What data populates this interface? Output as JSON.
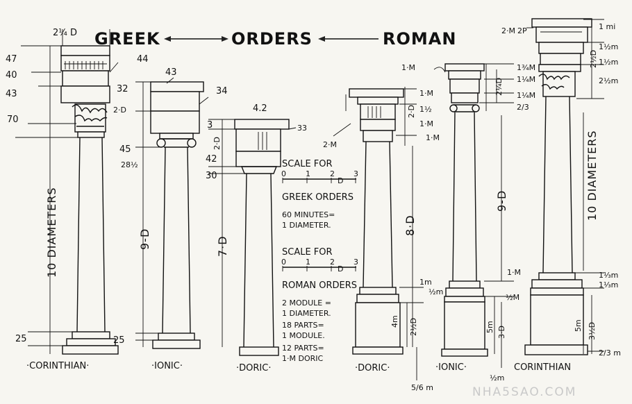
{
  "title": {
    "greek": "GREEK",
    "orders": "ORDERS",
    "roman": "ROMAN"
  },
  "greek": {
    "corinthian": {
      "name": "·CORINTHIAN·",
      "height": "10 DIAMETERS",
      "top": "2¼ D",
      "dims": [
        "47",
        "40",
        "43",
        "44",
        "70",
        "25"
      ]
    },
    "ionic": {
      "name": "·IONIC·",
      "height": "9-D",
      "dims": [
        "43",
        "32",
        "34",
        "2·D",
        "45",
        "28½",
        "25"
      ]
    },
    "doric": {
      "name": "·DORIC·",
      "height": "7·D",
      "dims": [
        "4.2",
        "3",
        "2·D",
        "33",
        "42",
        "30"
      ]
    }
  },
  "scales": {
    "greek": {
      "title": "SCALE FOR",
      "ticks": [
        "0",
        "1",
        "2",
        "D",
        "3"
      ],
      "orders": "GREEK ORDERS",
      "note1": "60 MINUTES=",
      "note2": "1 DIAMETER."
    },
    "roman": {
      "title": "SCALE FOR",
      "ticks": [
        "0",
        "1",
        "2",
        "D",
        "3"
      ],
      "orders": "ROMAN ORDERS",
      "notes": [
        "2 MODULE =",
        "1 DIAMETER.",
        "18 PARTS=",
        "1 MODULE.",
        "12 PARTS=",
        "1·M DORIC"
      ]
    }
  },
  "roman": {
    "doric": {
      "name": "·DORIC·",
      "height": "8·D",
      "dims": [
        "1·M",
        "2·D",
        "1½",
        "1·M",
        "1·M",
        "2·M",
        "1m",
        "½m",
        "4m",
        "2½D",
        "5/6 m"
      ]
    },
    "ionic": {
      "name": "·IONIC·",
      "height": "9-D",
      "dims": [
        "1·M",
        "1¾M",
        "1¼M",
        "2¼D",
        "1¼M",
        "2/3",
        "1·M",
        "½M",
        "5m",
        "3·D",
        "½m"
      ]
    },
    "corinthian": {
      "name": "CORINTHIAN",
      "height": "10 DIAMETERS",
      "dims": [
        "2·M",
        "2P",
        "1 mi",
        "1½m",
        "2½D",
        "1½m",
        "2½m",
        "1⅓m",
        "1⅓m",
        "5m",
        "3½D",
        "2/3 m"
      ]
    }
  },
  "watermark": "NHA5SAO.COM"
}
